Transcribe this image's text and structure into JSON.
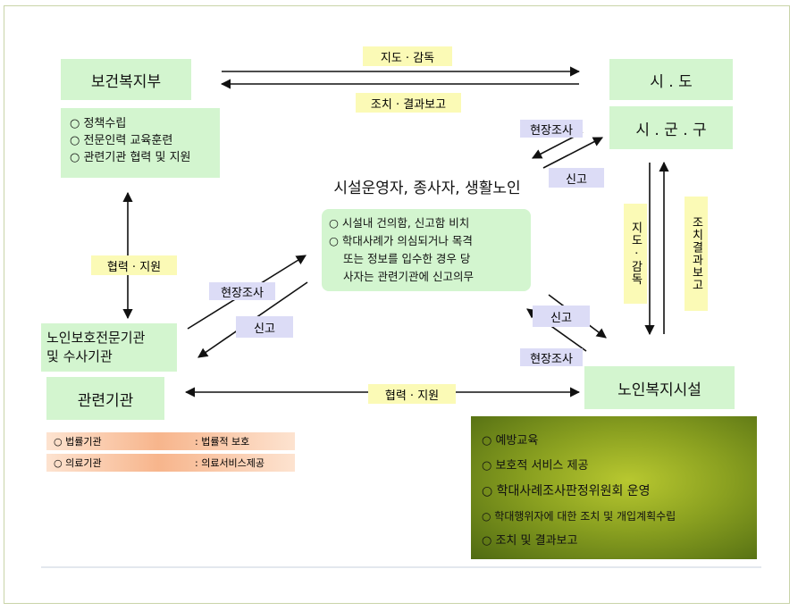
{
  "nodes": {
    "ministry": "보건복지부",
    "ministry_items": [
      "○ 정책수립",
      "○ 전문인력 교육훈련",
      "○ 관련기관 협력 및 지원"
    ],
    "sido": "시 . 도",
    "sigungu": "시 . 군 . 구",
    "facility_people": "시설운영자, 종사자, 생활노인",
    "facility_people_items": [
      "○ 시설내 건의함, 신고함 비치",
      "○ 학대사례가 의심되거나 목격",
      "또는 정보를 입수한 경우 당",
      "사자는 관련기관에 신고의무"
    ],
    "elder_protection": "노인보호전문기관\n및 수사기관",
    "related_orgs": "관련기관",
    "welfare_facility": "노인복지시설"
  },
  "labels": {
    "guidance_supervision": "지도 · 감독",
    "measures_report": "조치 · 결과보고",
    "site_survey_1": "현장조사",
    "report_1": "신고",
    "cooperation_support_v": "협력 · 지원",
    "site_survey_2": "현장조사",
    "report_2": "신고",
    "report_3": "신고",
    "site_survey_3": "현장조사",
    "cooperation_support_h": "협력 · 지원",
    "guidance_supervision_v": "지도 · 감독",
    "measures_report_v": "조치결과보고"
  },
  "related_rows": [
    {
      "org": "○ 법률기관",
      "role": ": 법률적 보호"
    },
    {
      "org": "○ 의료기관",
      "role": ": 의료서비스제공"
    }
  ],
  "facility_duties": [
    "○ 예방교육",
    "○ 보호적 서비스 제공",
    "○ 학대사례조사판정위원회 운영",
    "○ 학대행위자에 대한 조치 및 개입계획수립",
    "○ 조치 및 결과보고"
  ],
  "colors": {
    "green_box": "#d3f5cf",
    "lavender_label": "#dcdcf6",
    "yellow_label": "#fbfab6",
    "orange_row": "#f7b58c",
    "olive_box": "#8aa020"
  }
}
